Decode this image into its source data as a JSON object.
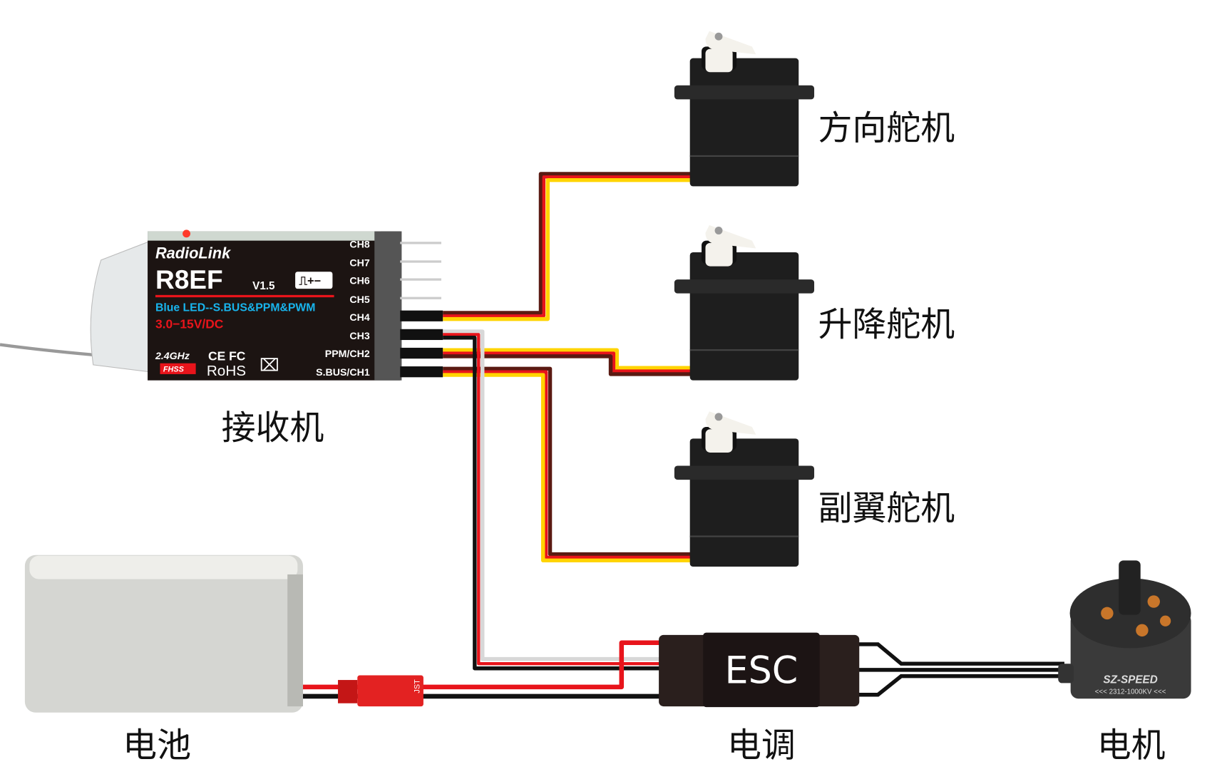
{
  "labels": {
    "rudder_servo": "方向舵机",
    "elevator_servo": "升降舵机",
    "aileron_servo": "副翼舵机",
    "receiver": "接收机",
    "battery": "电池",
    "esc": "电调",
    "motor": "电机"
  },
  "receiver": {
    "brand": "RadioLink",
    "model": "R8EF",
    "version": "V1.5",
    "signal_symbol": "⎍+−",
    "feature_line": "Blue LED--S.BUS&PPM&PWM",
    "voltage": "3.0−15V/DC",
    "band": "2.4GHz",
    "certs": "CE FC",
    "fhss": "FHSS",
    "rohs": "RoHS",
    "channels": [
      "CH8",
      "CH7",
      "CH6",
      "CH5",
      "CH4",
      "CH3",
      "PPM/CH2",
      "S.BUS/CH1"
    ]
  },
  "esc": {
    "text": "ESC"
  },
  "connector": {
    "text": "JST"
  },
  "motor": {
    "brand": "SZ-SPEED",
    "model": "<<< 2312-1000KV <<<"
  },
  "colors": {
    "signal": "#ffd400",
    "power": "#e8141b",
    "ground": "#3a1a14",
    "esc_signal": "#e0e0e0"
  }
}
